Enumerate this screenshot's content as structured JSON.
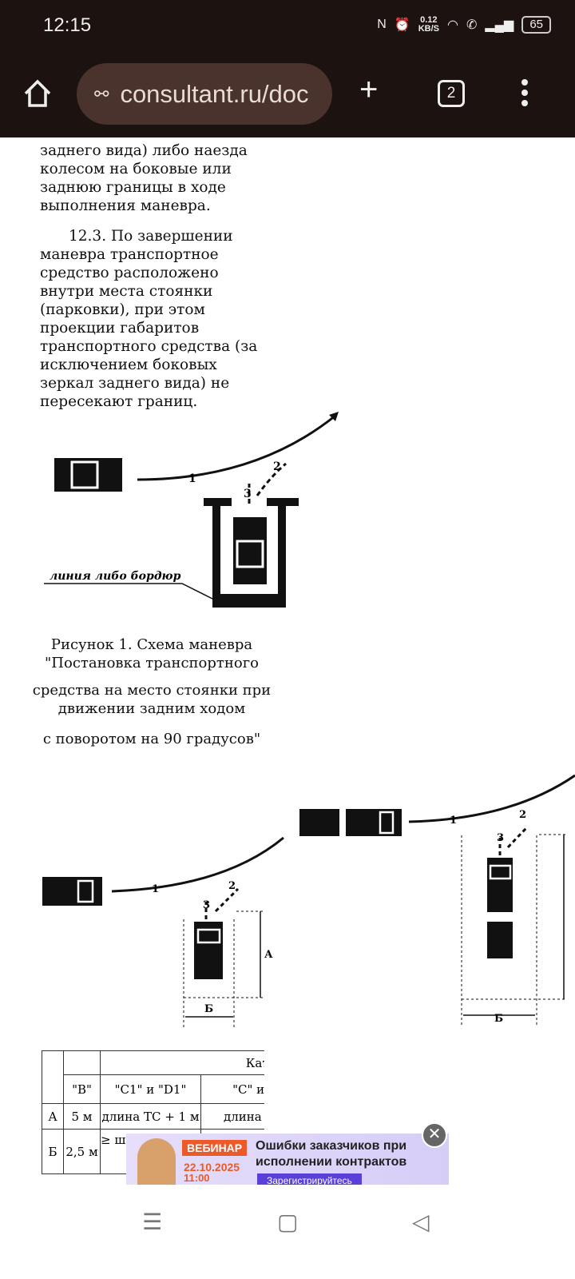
{
  "status": {
    "time": "12:15",
    "speed": "0.12",
    "speed_unit": "KB/S",
    "battery": "65"
  },
  "browser": {
    "url": "consultant.ru/doc",
    "tab_count": "2"
  },
  "text": {
    "p1": "заднего вида) либо наезда колесом на боковые или заднюю границы в ходе выполнения маневра.",
    "p2": "12.3. По завершении маневра транспортное средство расположено внутри места стоянки (парковки), при этом проекции габаритов транспортного средства (за исключением боковых зеркал заднего вида) не пересекают границ."
  },
  "figure1": {
    "label1": "1",
    "label2": "2",
    "label3": "3",
    "curb_label": "линия либо бордюр",
    "caption": [
      "Рисунок 1. Схема маневра \"Постановка транспортного",
      "средства на место стоянки при движении задним ходом",
      "с поворотом на 90 градусов\""
    ]
  },
  "figure2": {
    "label1": "1",
    "label2": "2",
    "label3": "3",
    "dim_a": "А",
    "dim_b": "Б"
  },
  "table": {
    "header_group": "Категори",
    "cols": [
      "\"В\"",
      "\"C1\" и \"D1\"",
      "\"C\" и \""
    ],
    "rows": [
      {
        "label": "А",
        "values": [
          "5 м",
          "длина ТС + 1 м",
          "длина ТС"
        ]
      },
      {
        "label": "Б",
        "values": [
          "2,5 м",
          "≥ ш",
          ""
        ]
      }
    ]
  },
  "ad": {
    "badge": "ВЕБИНАР",
    "date": "22.10.2025",
    "time": "11:00",
    "title": "Ошибки заказчиков при исполнении контрактов",
    "button": "Зарегистрируйтесь"
  }
}
